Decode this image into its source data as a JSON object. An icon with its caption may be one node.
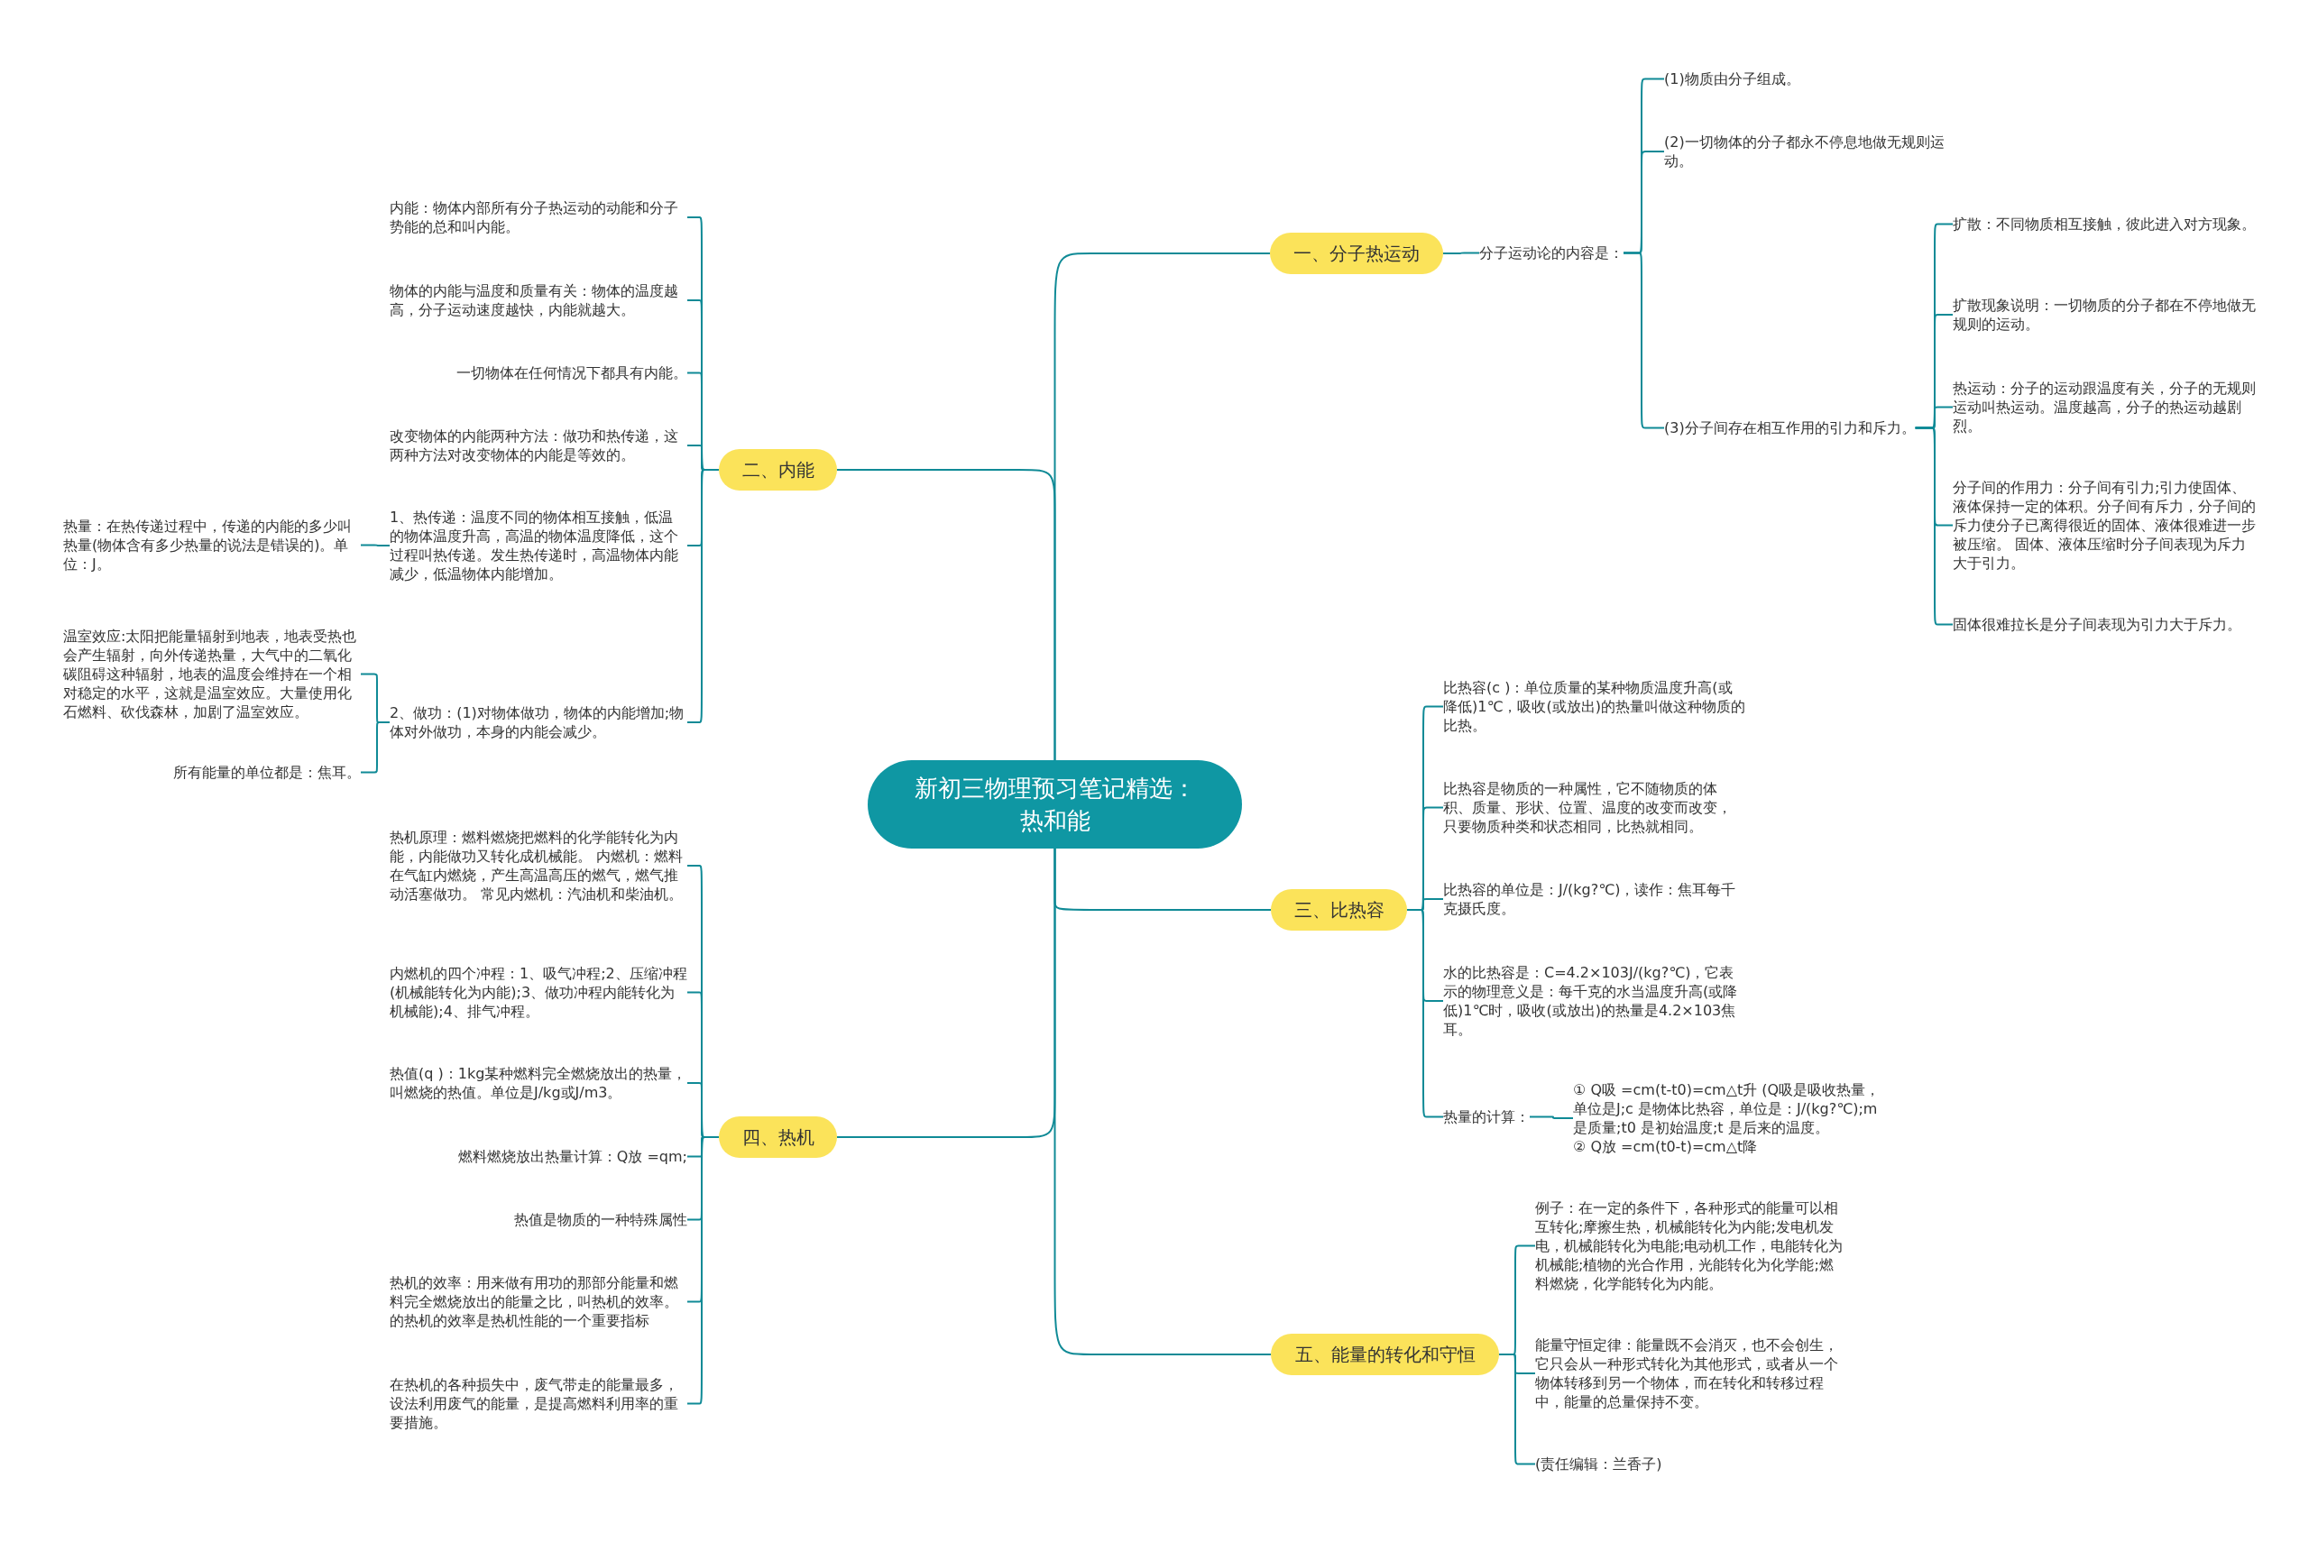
{
  "diagram": {
    "nodes": [
      {
        "text": [
          "新初三物理预习笔记精选：热和能"
        ]
      },
      {
        "text": [
          "一、分子热运动"
        ]
      },
      {
        "text": [
          "分子运动论的内容是："
        ]
      },
      {
        "text": [
          "(1)物质由分子组成。"
        ]
      },
      {
        "text": [
          "(2)一切物体的分子都永不停息地做无规则运动。"
        ]
      },
      {
        "text": [
          "(3)分子间存在相互作用的引力和斥力。"
        ]
      },
      {
        "text": [
          "扩散：不同物质相互接触，彼此进入对方现象。"
        ]
      },
      {
        "text": [
          "扩散现象说明：一切物质的分子都在不停地做无规则的运动。"
        ]
      },
      {
        "text": [
          "热运动：分子的运动跟温度有关，分子的无规则运动叫热运动。温度越高，分子的热运动越剧烈。"
        ]
      },
      {
        "text": [
          "分子间的作用力：分子间有引力;引力使固体、液体保持一定的体积。分子间有斥力，分子间的斥力使分子已离得很近的固体、液体很难进一步被压缩。 固体、液体压缩时分子间表现为斥力大于引力。"
        ]
      },
      {
        "text": [
          "固体很难拉长是分子间表现为引力大于斥力。"
        ]
      },
      {
        "text": [
          "二、内能"
        ]
      },
      {
        "text": [
          "内能：物体内部所有分子热运动的动能和分子势能的总和叫内能。"
        ]
      },
      {
        "text": [
          "物体的内能与温度和质量有关：物体的温度越高，分子运动速度越快，内能就越大。"
        ]
      },
      {
        "text": [
          "一切物体在任何情况下都具有内能。"
        ]
      },
      {
        "text": [
          "改变物体的内能两种方法：做功和热传递，这两种方法对改变物体的内能是等效的。"
        ]
      },
      {
        "text": [
          "1、热传递：温度不同的物体相互接触，低温的物体温度升高，高温的物体温度降低，这个过程叫热传递。发生热传递时，高温物体内能减少，低温物体内能增加。"
        ]
      },
      {
        "text": [
          "热量：在热传递过程中，传递的内能的多少叫热量(物体含有多少热量的说法是错误的)。单位：J。"
        ]
      },
      {
        "text": [
          "2、做功：(1)对物体做功，物体的内能增加;物体对外做功，本身的内能会减少。"
        ]
      },
      {
        "text": [
          "温室效应:太阳把能量辐射到地表，地表受热也会产生辐射，向外传递热量，大气中的二氧化碳阻碍这种辐射，地表的温度会维持在一个相对稳定的水平，这就是温室效应。大量使用化石燃料、砍伐森林，加剧了温室效应。"
        ]
      },
      {
        "text": [
          "所有能量的单位都是：焦耳。"
        ]
      },
      {
        "text": [
          "四、热机"
        ]
      },
      {
        "text": [
          "热机原理：燃料燃烧把燃料的化学能转化为内能，内能做功又转化成机械能。 内燃机：燃料在气缸内燃烧，产生高温高压的燃气，燃气推动活塞做功。 常见内燃机：汽油机和柴油机。"
        ]
      },
      {
        "text": [
          "内燃机的四个冲程：1、吸气冲程;2、压缩冲程(机械能转化为内能);3、做功冲程内能转化为机械能);4、排气冲程。"
        ]
      },
      {
        "text": [
          "热值(q )：1kg某种燃料完全燃烧放出的热量，叫燃烧的热值。单位是J/kg或J/m3。"
        ]
      },
      {
        "text": [
          "燃料燃烧放出热量计算：Q放 =qm;"
        ]
      },
      {
        "text": [
          "热值是物质的一种特殊属性"
        ]
      },
      {
        "text": [
          "热机的效率：用来做有用功的那部分能量和燃料完全燃烧放出的能量之比，叫热机的效率。的热机的效率是热机性能的一个重要指标"
        ]
      },
      {
        "text": [
          "在热机的各种损失中，废气带走的能量最多，设法利用废气的能量，是提高燃料利用率的重要措施。"
        ]
      },
      {
        "text": [
          "三、比热容"
        ]
      },
      {
        "text": [
          "比热容(c )：单位质量的某种物质温度升高(或降低)1℃，吸收(或放出)的热量叫做这种物质的比热。"
        ]
      },
      {
        "text": [
          "比热容是物质的一种属性，它不随物质的体积、质量、形状、位置、温度的改变而改变，只要物质种类和状态相同，比热就相同。"
        ]
      },
      {
        "text": [
          "比热容的单位是：J/(kg?℃)，读作：焦耳每千克摄氏度。"
        ]
      },
      {
        "text": [
          "水的比热容是：C=4.2×103J/(kg?℃)，它表示的物理意义是：每千克的水当温度升高(或降低)1℃时，吸收(或放出)的热量是4.2×103焦耳。"
        ]
      },
      {
        "text": [
          "热量的计算："
        ]
      },
      {
        "text": [
          "① Q吸 =cm(t-t0)=cm△t升 (Q吸是吸收热量，单位是J;c 是物体比热容，单位是：J/(kg?℃);m是质量;t0 是初始温度;t 是后来的温度。",
          "② Q放 =cm(t0-t)=cm△t降"
        ]
      },
      {
        "text": [
          "五、能量的转化和守恒"
        ]
      },
      {
        "text": [
          "例子：在一定的条件下，各种形式的能量可以相互转化;摩擦生热，机械能转化为内能;发电机发电，机械能转化为电能;电动机工作，电能转化为机械能;植物的光合作用，光能转化为化学能;燃料燃烧，化学能转化为内能。"
        ]
      },
      {
        "text": [
          "能量守恒定律：能量既不会消灭，也不会创生，它只会从一种形式转化为其他形式，或者从一个物体转移到另一个物体，而在转化和转移过程中，能量的总量保持不变。"
        ]
      },
      {
        "text": [
          "(责任编辑：兰香子)"
        ]
      }
    ],
    "edges": [
      {
        "from": 0,
        "to": 1,
        "arrow": "none"
      },
      {
        "from": 1,
        "to": 2,
        "arrow": "none"
      },
      {
        "from": 2,
        "to": 3,
        "arrow": "none"
      },
      {
        "from": 2,
        "to": 4,
        "arrow": "none"
      },
      {
        "from": 2,
        "to": 5,
        "arrow": "none"
      },
      {
        "from": 5,
        "to": 6,
        "arrow": "none"
      },
      {
        "from": 5,
        "to": 7,
        "arrow": "none"
      },
      {
        "from": 5,
        "to": 8,
        "arrow": "none"
      },
      {
        "from": 5,
        "to": 9,
        "arrow": "none"
      },
      {
        "from": 5,
        "to": 10,
        "arrow": "none"
      },
      {
        "from": 0,
        "to": 11,
        "arrow": "none"
      },
      {
        "from": 11,
        "to": 12,
        "arrow": "none"
      },
      {
        "from": 11,
        "to": 13,
        "arrow": "none"
      },
      {
        "from": 11,
        "to": 14,
        "arrow": "none"
      },
      {
        "from": 11,
        "to": 15,
        "arrow": "none"
      },
      {
        "from": 11,
        "to": 16,
        "arrow": "none"
      },
      {
        "from": 16,
        "to": 17,
        "arrow": "none"
      },
      {
        "from": 11,
        "to": 18,
        "arrow": "none"
      },
      {
        "from": 18,
        "to": 19,
        "arrow": "none"
      },
      {
        "from": 18,
        "to": 20,
        "arrow": "none"
      },
      {
        "from": 0,
        "to": 21,
        "arrow": "none"
      },
      {
        "from": 21,
        "to": 22,
        "arrow": "none"
      },
      {
        "from": 21,
        "to": 23,
        "arrow": "none"
      },
      {
        "from": 21,
        "to": 24,
        "arrow": "none"
      },
      {
        "from": 21,
        "to": 25,
        "arrow": "none"
      },
      {
        "from": 21,
        "to": 26,
        "arrow": "none"
      },
      {
        "from": 21,
        "to": 27,
        "arrow": "none"
      },
      {
        "from": 21,
        "to": 28,
        "arrow": "none"
      },
      {
        "from": 0,
        "to": 29,
        "arrow": "none"
      },
      {
        "from": 29,
        "to": 30,
        "arrow": "none"
      },
      {
        "from": 29,
        "to": 31,
        "arrow": "none"
      },
      {
        "from": 29,
        "to": 32,
        "arrow": "none"
      },
      {
        "from": 29,
        "to": 33,
        "arrow": "none"
      },
      {
        "from": 29,
        "to": 34,
        "arrow": "none"
      },
      {
        "from": 34,
        "to": 35,
        "arrow": "none"
      },
      {
        "from": 0,
        "to": 36,
        "arrow": "none"
      },
      {
        "from": 36,
        "to": 37,
        "arrow": "none"
      },
      {
        "from": 36,
        "to": 38,
        "arrow": "none"
      },
      {
        "from": 36,
        "to": 39,
        "arrow": "none"
      }
    ]
  }
}
